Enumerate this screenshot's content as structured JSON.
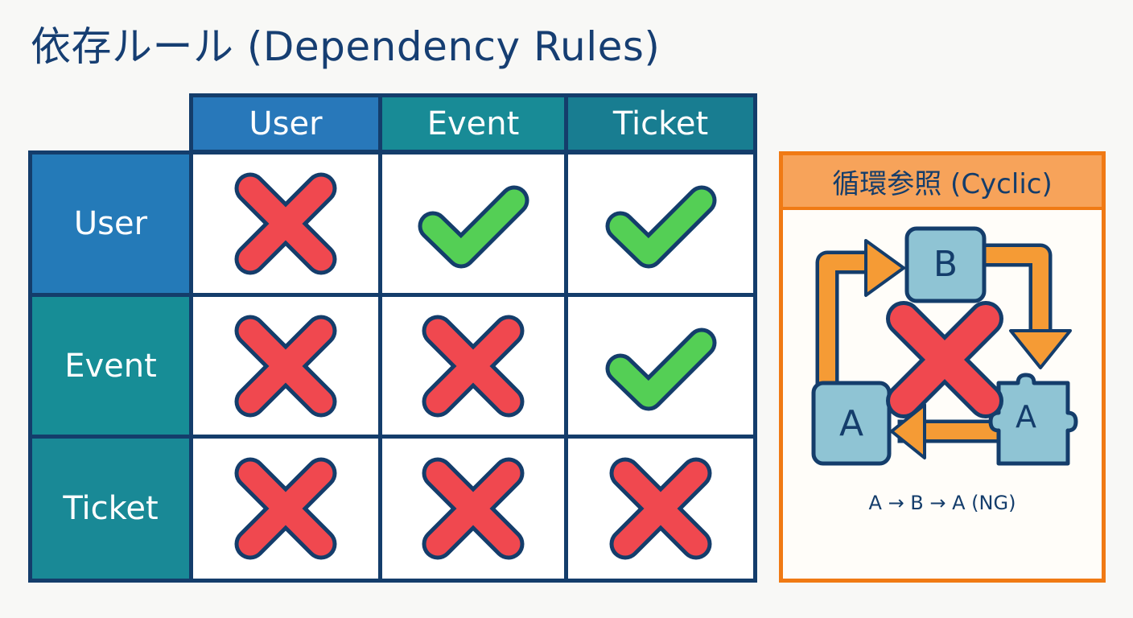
{
  "title": "依存ルール (Dependency Rules)",
  "matrix": {
    "columns": [
      "User",
      "Event",
      "Ticket"
    ],
    "rows": [
      "User",
      "Event",
      "Ticket"
    ],
    "cells": [
      [
        "not-allowed",
        "allowed",
        "allowed"
      ],
      [
        "not-allowed",
        "not-allowed",
        "allowed"
      ],
      [
        "not-allowed",
        "not-allowed",
        "not-allowed"
      ]
    ]
  },
  "cyclic_panel": {
    "title": "循環参照 (Cyclic)",
    "nodes": {
      "b": "B",
      "a": "A",
      "a_prime": "A"
    },
    "caption": "A → B → A (NG)"
  },
  "icons": {
    "allowed": "check-icon",
    "not_allowed": "x-icon"
  },
  "colors": {
    "title": "#163e72",
    "grid_border": "#143d6b",
    "allowed": "#54cf55",
    "not_allowed": "#f0484f",
    "cyclic_accent": "#f07a14"
  }
}
